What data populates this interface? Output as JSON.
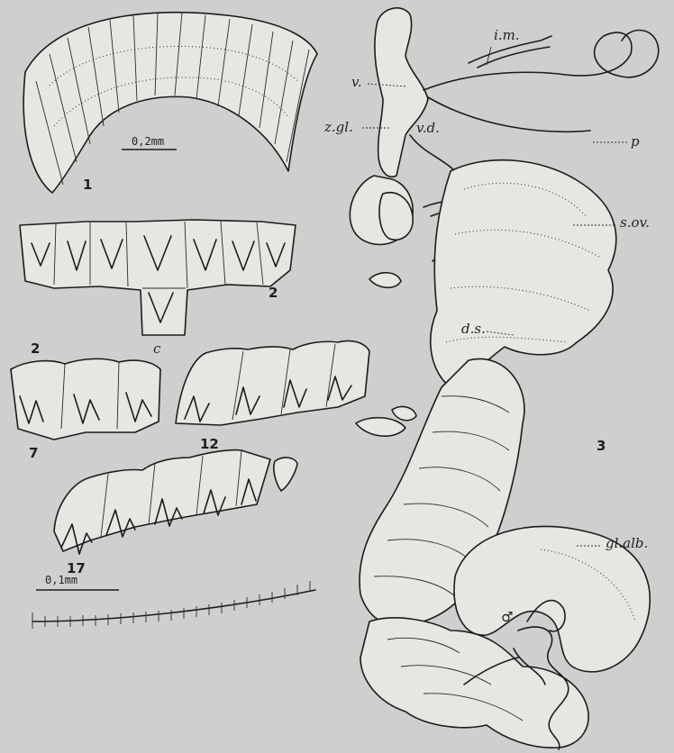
{
  "figures": {
    "fig1": {
      "number": "1",
      "scale": "0,2mm"
    },
    "fig2": {
      "number": "2",
      "side_number": "2",
      "central_label": "c"
    },
    "fig7": {
      "number": "7"
    },
    "fig12": {
      "number": "12"
    },
    "fig17": {
      "number": "17"
    },
    "radula_scale": {
      "label": "0,1mm"
    },
    "fig3": {
      "number": "3",
      "labels": {
        "im": "i.m.",
        "v": "v.",
        "zgl": "z.gl.",
        "vd": "v.d.",
        "p": "p",
        "sov": "s.ov.",
        "ds": "d.s.",
        "glalb": "gl.alb.",
        "male": "♂"
      }
    }
  }
}
